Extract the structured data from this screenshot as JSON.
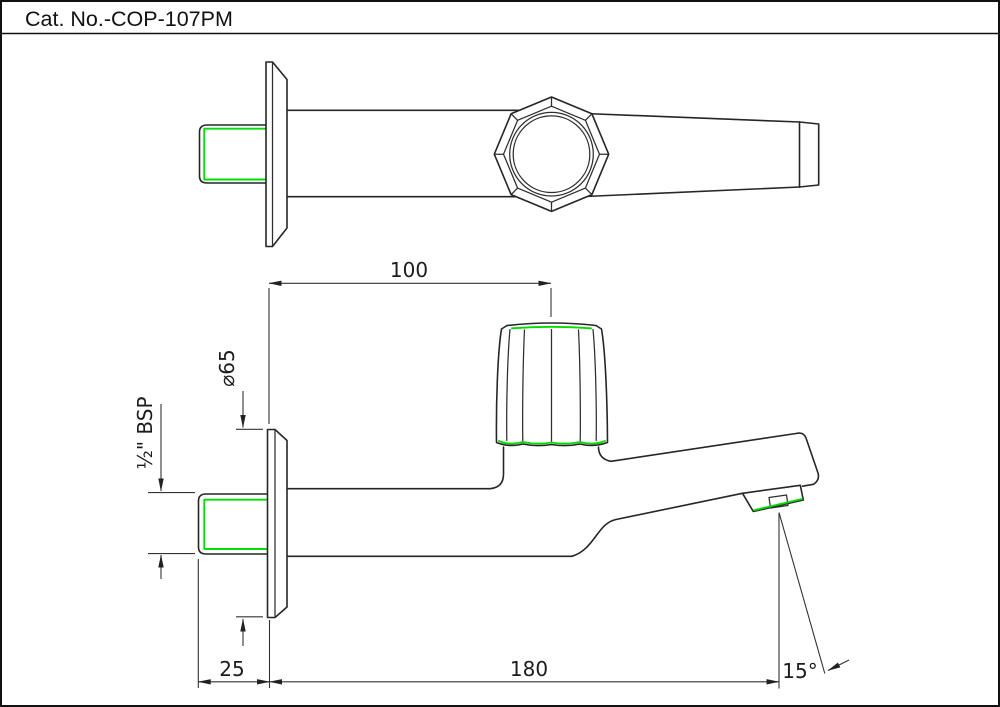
{
  "title": "Cat. No.-COP-107PM",
  "colors": {
    "line": "#262626",
    "accent_green": "#00dd00",
    "background": "#ffffff"
  },
  "dimensions": {
    "handle_center_from_wall": "100",
    "flange_diameter": "⌀65",
    "inlet_thread": "½\" BSP",
    "thread_length": "25",
    "spout_reach": "180",
    "spout_angle": "15°"
  }
}
